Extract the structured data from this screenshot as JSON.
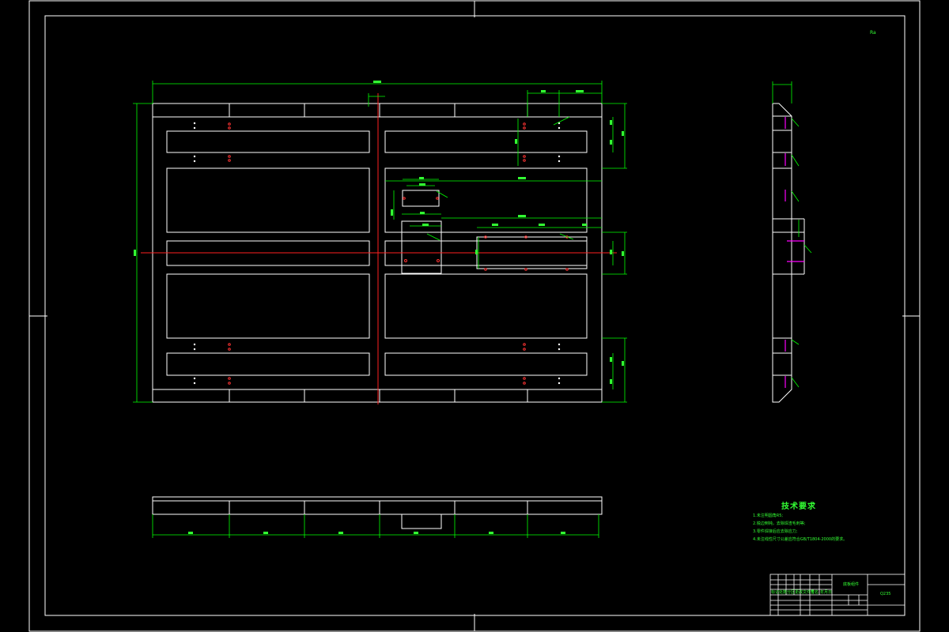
{
  "technical_requirements": {
    "title": "技术要求",
    "notes": [
      "1.未注明圆角R5;",
      "2.锐边倒钝，去除焊渣毛刺等;",
      "3.零件焊接后应去除应力;",
      "4.未注线性尺寸公差应符合GB/T1804-2000的要求。"
    ]
  },
  "title_block": {
    "drawing_name": "底板组件",
    "material": "Q235",
    "company": "",
    "labels": [
      "标记",
      "处数",
      "分区",
      "更改文件号",
      "签名",
      "年月日"
    ]
  },
  "roughness_symbol": "Ra",
  "colors": {
    "background": "#000000",
    "outline": "#ffffff",
    "dimension": "#00ff00",
    "centerline": "#ff2020",
    "hidden": "#ff00ff",
    "marker": "#ff3333"
  }
}
